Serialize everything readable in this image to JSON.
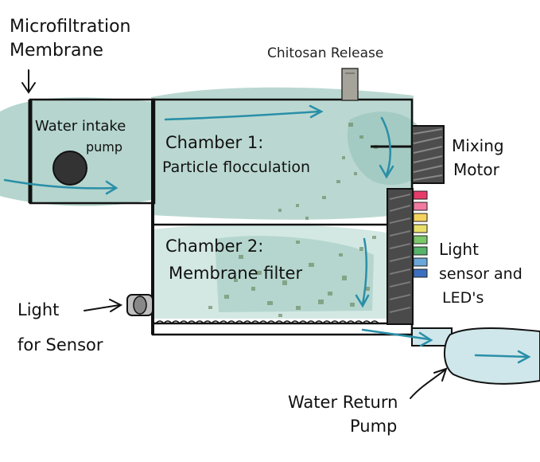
{
  "labels": {
    "microfiltration": [
      "Microfiltration",
      "Membrane"
    ],
    "chitosan": "Chitosan Release",
    "intake": [
      "Water intake",
      "pump"
    ],
    "chamber1": [
      "Chamber 1:",
      "Particle flocculation"
    ],
    "mixing": [
      "Mixing",
      "Motor"
    ],
    "chamber2": [
      "Chamber 2:",
      "Membrane filter"
    ],
    "light_sensor": [
      "Light",
      "sensor and",
      "LED's"
    ],
    "light_for_sensor": [
      "Light",
      "for Sensor"
    ],
    "return_pump": [
      "Water Return",
      "Pump"
    ]
  },
  "colors": {
    "water": "#9cc7bd",
    "water_light": "#c8e2dc",
    "outline": "#111111",
    "arrow_teal": "#2a8fa8",
    "motor": "#555555",
    "particles": "#6f8f6a"
  },
  "led_colors": [
    "#e63b6a",
    "#f07aa0",
    "#f4d35e",
    "#e9e06b",
    "#7cc76a",
    "#56b36a",
    "#6aa6d8",
    "#3c6fc0"
  ]
}
